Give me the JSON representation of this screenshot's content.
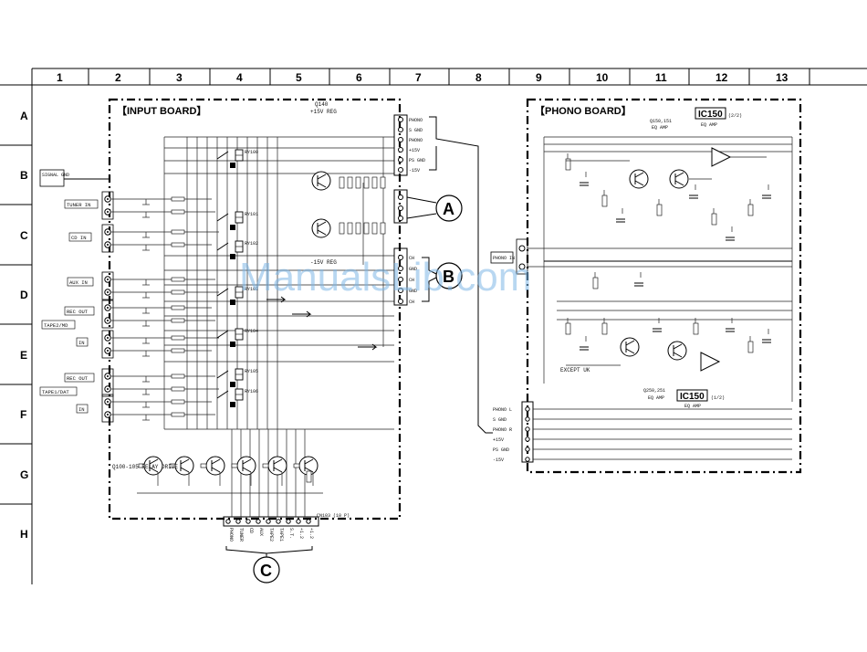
{
  "grid": {
    "columns": [
      "1",
      "2",
      "3",
      "4",
      "5",
      "6",
      "7",
      "8",
      "9",
      "10",
      "11",
      "12",
      "13"
    ],
    "rows": [
      "A",
      "B",
      "C",
      "D",
      "E",
      "F",
      "G",
      "H"
    ]
  },
  "input_board": {
    "title": "【INPUT BOARD】",
    "reg_top": "Q140",
    "reg_top_sub": "+15V REG",
    "reg_bottom": "-15V REG",
    "signal_gnd": "SIGNAL GND",
    "jacks": [
      {
        "label": "TUNER IN"
      },
      {
        "label": "CD IN"
      },
      {
        "label": "AUX IN"
      },
      {
        "label": "REC OUT"
      },
      {
        "label": "TAPE2/MD"
      },
      {
        "label": "IN"
      },
      {
        "label": "REC OUT"
      },
      {
        "label": "TAPE1/DAT"
      },
      {
        "label": "IN"
      }
    ],
    "cn_top": [
      "PHONO",
      "S GND",
      "PHONO",
      "+15V",
      "PS GND",
      "-15V"
    ],
    "cn_mid": [
      "CH",
      "GND",
      "CH",
      "GND",
      "CH"
    ],
    "relay_drive": "Q100-105 RELAY DRIVE",
    "cn_bottom_label": "CN103 (10 P)",
    "bottom_pins": [
      "PHONO",
      "TUNER",
      "CD",
      "AUX",
      "TAPE2",
      "TAPE1",
      "S.T.",
      "+1.2",
      "+1.2"
    ],
    "relays": [
      "RY100",
      "RY101",
      "RY102",
      "RY103",
      "RY104",
      "RY105",
      "RY106"
    ]
  },
  "phono_board": {
    "title": "【PHONO BOARD】",
    "ic_top": "IC150",
    "ic_top_sub": "EQ AMP",
    "ic_top_part": "(2/2)",
    "ic_bottom": "IC150",
    "ic_bottom_sub": "EQ AMP",
    "ic_bottom_part": "(1/2)",
    "q_top": "Q150,151",
    "q_top_sub": "EQ AMP",
    "q_bottom": "Q250,251",
    "q_bottom_sub": "EQ AMP",
    "phono_in": "PHONO IN",
    "except": "EXCEPT UK",
    "cn_left": [
      "PHONO L",
      "S GND",
      "PHONO R",
      "+15V",
      "PS GND",
      "-15V"
    ]
  },
  "connectors": {
    "A": "A",
    "B": "B",
    "C": "C"
  },
  "watermark": "ManualsLib.com"
}
